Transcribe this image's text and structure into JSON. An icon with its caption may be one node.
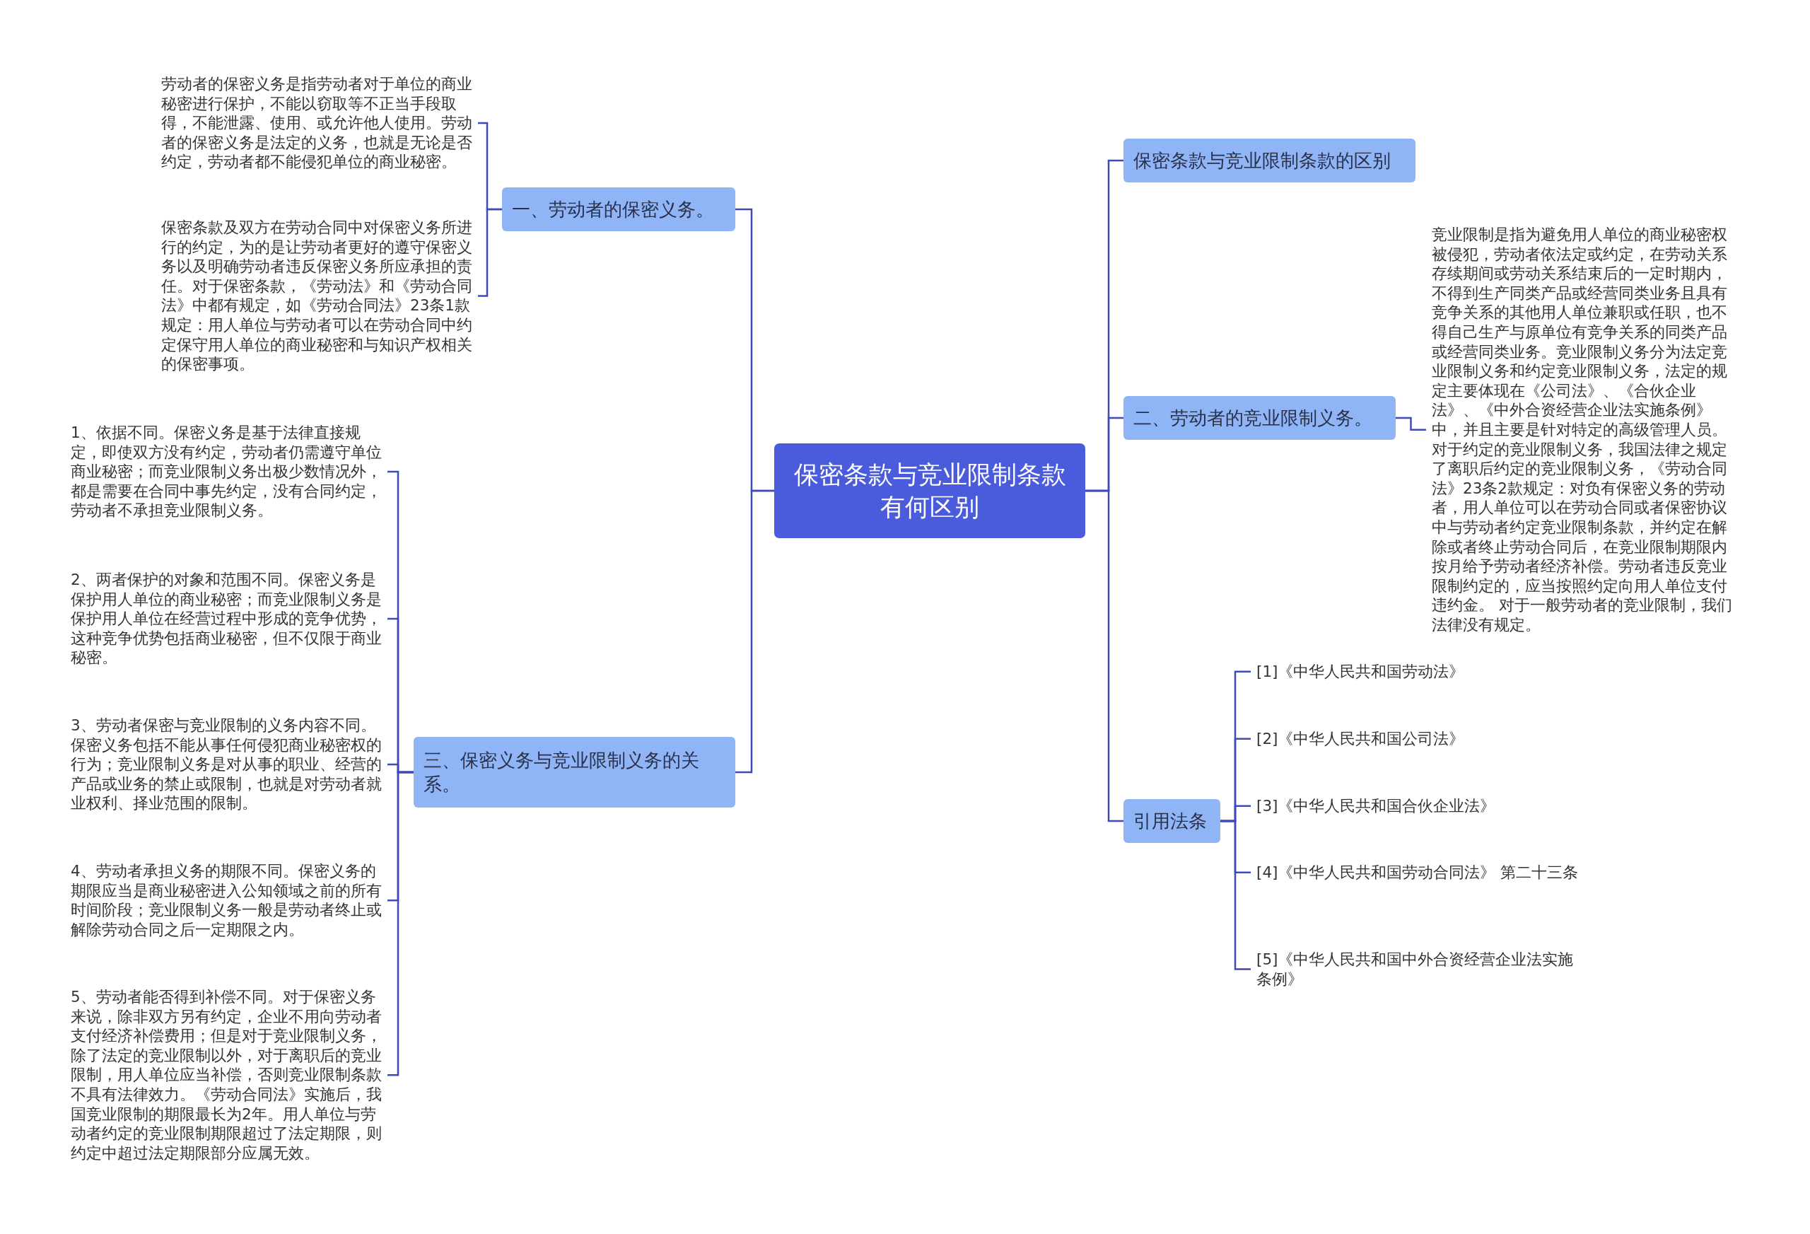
{
  "diagram": {
    "nodes": [
      {
        "text": [
          "保密条款与竞业限制条款有何区别"
        ]
      },
      {
        "text": [
          "一、劳动者的保密义务。"
        ]
      },
      {
        "text": [
          "劳动者的保密义务是指劳动者对于单位的商业秘密进行保护，不能以窃取等不正当手段取得，不能泄露、使用、或允许他人使用。劳动者的保密义务是法定的义务，也就是无论是否约定，劳动者都不能侵犯单位的商业秘密。"
        ]
      },
      {
        "text": [
          "保密条款及双方在劳动合同中对保密义务所进行的约定，为的是让劳动者更好的遵守保密义务以及明确劳动者违反保密义务所应承担的责任。对于保密条款，《劳动法》和《劳动合同法》中都有规定，如《劳动合同法》23条1款规定：用人单位与劳动者可以在劳动合同中约定保守用人单位的商业秘密和与知识产权相关的保密事项。"
        ]
      },
      {
        "text": [
          "三、保密义务与竞业限制义务的关系。"
        ]
      },
      {
        "text": [
          "1、依据不同。保密义务是基于法律直接规定，即使双方没有约定，劳动者仍需遵守单位商业秘密；而竞业限制义务出极少数情况外，都是需要在合同中事先约定，没有合同约定，劳动者不承担竞业限制义务。"
        ]
      },
      {
        "text": [
          "2、两者保护的对象和范围不同。保密义务是保护用人单位的商业秘密；而竞业限制义务是保护用人单位在经营过程中形成的竞争优势，这种竞争优势包括商业秘密，但不仅限于商业秘密。"
        ]
      },
      {
        "text": [
          "3、劳动者保密与竞业限制的义务内容不同。保密义务包括不能从事任何侵犯商业秘密权的行为；竞业限制义务是对从事的职业、经营的产品或业务的禁止或限制，也就是对劳动者就业权利、择业范围的限制。"
        ]
      },
      {
        "text": [
          "4、劳动者承担义务的期限不同。保密义务的期限应当是商业秘密进入公知领域之前的所有时间阶段；竞业限制义务一般是劳动者终止或解除劳动合同之后一定期限之内。"
        ]
      },
      {
        "text": [
          "5、劳动者能否得到补偿不同。对于保密义务来说，除非双方另有约定，企业不用向劳动者支付经济补偿费用；但是对于竞业限制义务，除了法定的竞业限制以外，对于离职后的竞业限制，用人单位应当补偿，否则竞业限制条款不具有法律效力。《劳动合同法》实施后，我国竞业限制的期限最长为2年。用人单位与劳动者约定的竞业限制期限超过了法定期限，则约定中超过法定期限部分应属无效。"
        ]
      },
      {
        "text": [
          "保密条款与竞业限制条款的区别"
        ]
      },
      {
        "text": [
          "二、劳动者的竞业限制义务。"
        ]
      },
      {
        "text": [
          "竞业限制是指为避免用人单位的商业秘密权被侵犯，劳动者依法定或约定，在劳动关系存续期间或劳动关系结束后的一定时期内，不得到生产同类产品或经营同类业务且具有竞争关系的其他用人单位兼职或任职，也不得自己生产与原单位有竞争关系的同类产品或经营同类业务。竞业限制义务分为法定竞业限制义务和约定竞业限制义务，法定的规定主要体现在《公司法》、《合伙企业法》、《中外合资经营企业法实施条例》中，并且主要是针对特定的高级管理人员。对于约定的竞业限制义务，我国法律之规定了离职后约定的竞业限制义务，《劳动合同法》23条2款规定：对负有保密义务的劳动者，用人单位可以在劳动合同或者保密协议中与劳动者约定竞业限制条款，并约定在解除或者终止劳动合同后，在竞业限制期限内按月给予劳动者经济补偿。劳动者违反竞业限制约定的，应当按照约定向用人单位支付违约金。 对于一般劳动者的竞业限制，我们法律没有规定。"
        ]
      },
      {
        "text": [
          "引用法条"
        ]
      },
      {
        "text": [
          "[1]《中华人民共和国劳动法》"
        ]
      },
      {
        "text": [
          "[2]《中华人民共和国公司法》"
        ]
      },
      {
        "text": [
          "[3]《中华人民共和国合伙企业法》"
        ]
      },
      {
        "text": [
          "[4]《中华人民共和国劳动合同法》 第二十三条"
        ]
      },
      {
        "text": [
          "[5]《中华人民共和国中外合资经营企业法实施条例》"
        ]
      }
    ],
    "edges": [
      {
        "from": 0,
        "to": 1,
        "arrow": "none"
      },
      {
        "from": 1,
        "to": 2,
        "arrow": "none"
      },
      {
        "from": 1,
        "to": 3,
        "arrow": "none"
      },
      {
        "from": 0,
        "to": 4,
        "arrow": "none"
      },
      {
        "from": 4,
        "to": 5,
        "arrow": "none"
      },
      {
        "from": 4,
        "to": 6,
        "arrow": "none"
      },
      {
        "from": 4,
        "to": 7,
        "arrow": "none"
      },
      {
        "from": 4,
        "to": 8,
        "arrow": "none"
      },
      {
        "from": 4,
        "to": 9,
        "arrow": "none"
      },
      {
        "from": 0,
        "to": 10,
        "arrow": "none"
      },
      {
        "from": 0,
        "to": 11,
        "arrow": "none"
      },
      {
        "from": 11,
        "to": 12,
        "arrow": "none"
      },
      {
        "from": 0,
        "to": 13,
        "arrow": "none"
      },
      {
        "from": 13,
        "to": 14,
        "arrow": "none"
      },
      {
        "from": 13,
        "to": 15,
        "arrow": "none"
      },
      {
        "from": 13,
        "to": 16,
        "arrow": "none"
      },
      {
        "from": 13,
        "to": 17,
        "arrow": "none"
      },
      {
        "from": 13,
        "to": 18,
        "arrow": "none"
      }
    ]
  }
}
